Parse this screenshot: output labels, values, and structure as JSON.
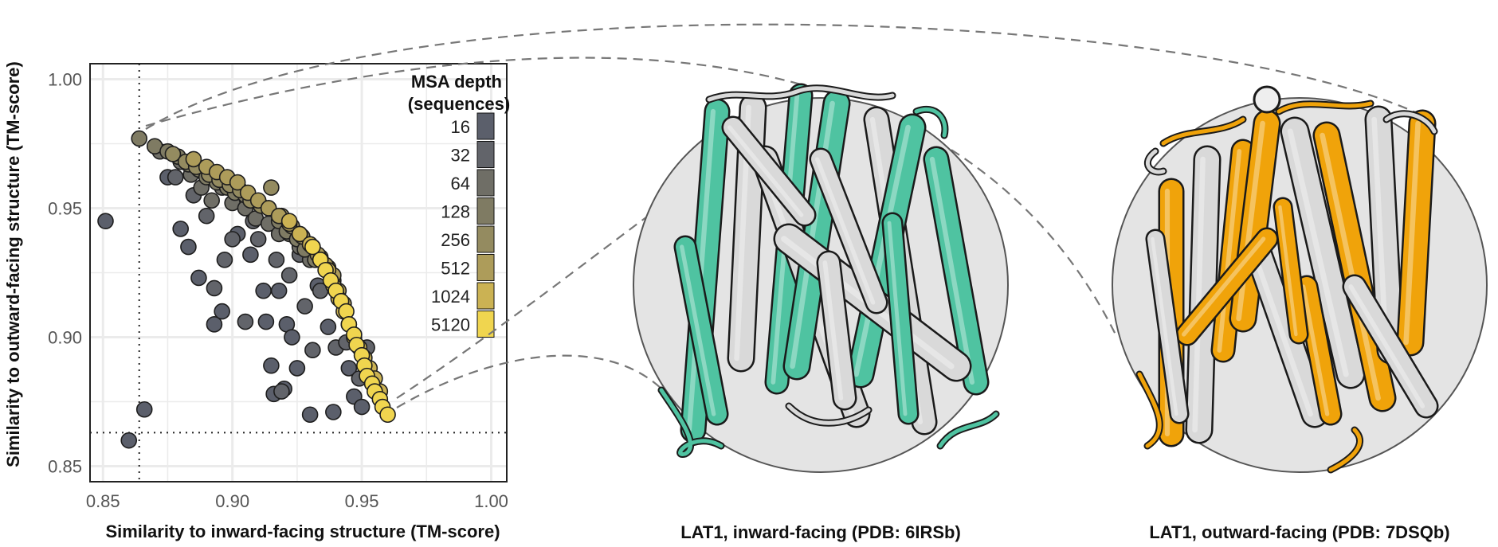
{
  "chart_data": {
    "type": "scatter",
    "xlabel": "Similarity to inward-facing structure (TM-score)",
    "ylabel": "Similarity to outward-facing structure (TM-score)",
    "xlim": [
      0.845,
      1.006
    ],
    "ylim": [
      0.844,
      1.006
    ],
    "xticks": [
      "0.85",
      "0.90",
      "0.95",
      "1.00"
    ],
    "yticks": [
      "0.85",
      "0.90",
      "0.95",
      "1.00"
    ],
    "grid": true,
    "reference_lines": {
      "x": 0.864,
      "y": 0.863,
      "style": "dotted"
    },
    "legend": {
      "title": "MSA depth\n(sequences)",
      "placement": "top-right",
      "entries": [
        {
          "label": "16",
          "color": "#5b5f6b"
        },
        {
          "label": "32",
          "color": "#62646a"
        },
        {
          "label": "64",
          "color": "#6f6e66"
        },
        {
          "label": "128",
          "color": "#7f7b63"
        },
        {
          "label": "256",
          "color": "#948b60"
        },
        {
          "label": "512",
          "color": "#ad9c5a"
        },
        {
          "label": "1024",
          "color": "#cbb253"
        },
        {
          "label": "5120",
          "color": "#f0d54f"
        }
      ]
    },
    "series": [
      {
        "depth": "16",
        "points": [
          [
            0.851,
            0.945
          ],
          [
            0.86,
            0.86
          ],
          [
            0.866,
            0.872
          ],
          [
            0.875,
            0.962
          ],
          [
            0.88,
            0.942
          ],
          [
            0.883,
            0.935
          ],
          [
            0.887,
            0.923
          ],
          [
            0.893,
            0.905
          ],
          [
            0.896,
            0.91
          ],
          [
            0.902,
            0.94
          ],
          [
            0.907,
            0.932
          ],
          [
            0.912,
            0.918
          ],
          [
            0.913,
            0.906
          ],
          [
            0.915,
            0.889
          ],
          [
            0.916,
            0.878
          ],
          [
            0.918,
            0.918
          ],
          [
            0.92,
            0.88
          ],
          [
            0.921,
            0.905
          ],
          [
            0.923,
            0.9
          ],
          [
            0.925,
            0.888
          ],
          [
            0.93,
            0.87
          ],
          [
            0.933,
            0.92
          ],
          [
            0.937,
            0.904
          ],
          [
            0.939,
            0.871
          ],
          [
            0.945,
            0.888
          ],
          [
            0.947,
            0.877
          ],
          [
            0.95,
            0.873
          ]
        ]
      },
      {
        "depth": "32",
        "points": [
          [
            0.878,
            0.962
          ],
          [
            0.885,
            0.955
          ],
          [
            0.89,
            0.947
          ],
          [
            0.893,
            0.919
          ],
          [
            0.897,
            0.93
          ],
          [
            0.9,
            0.938
          ],
          [
            0.905,
            0.906
          ],
          [
            0.908,
            0.945
          ],
          [
            0.91,
            0.938
          ],
          [
            0.917,
            0.93
          ],
          [
            0.919,
            0.879
          ],
          [
            0.922,
            0.924
          ],
          [
            0.926,
            0.932
          ],
          [
            0.928,
            0.912
          ],
          [
            0.931,
            0.895
          ],
          [
            0.934,
            0.918
          ],
          [
            0.94,
            0.896
          ],
          [
            0.944,
            0.898
          ],
          [
            0.949,
            0.884
          ],
          [
            0.952,
            0.896
          ]
        ]
      },
      {
        "depth": "64",
        "points": [
          [
            0.872,
            0.972
          ],
          [
            0.88,
            0.968
          ],
          [
            0.884,
            0.963
          ],
          [
            0.888,
            0.958
          ],
          [
            0.892,
            0.953
          ],
          [
            0.896,
            0.958
          ],
          [
            0.9,
            0.952
          ],
          [
            0.905,
            0.95
          ],
          [
            0.909,
            0.946
          ],
          [
            0.914,
            0.944
          ],
          [
            0.918,
            0.94
          ],
          [
            0.922,
            0.94
          ],
          [
            0.926,
            0.935
          ],
          [
            0.93,
            0.93
          ]
        ]
      },
      {
        "depth": "128",
        "points": [
          [
            0.864,
            0.977
          ],
          [
            0.87,
            0.974
          ],
          [
            0.875,
            0.972
          ],
          [
            0.879,
            0.97
          ],
          [
            0.883,
            0.967
          ],
          [
            0.887,
            0.965
          ],
          [
            0.89,
            0.962
          ],
          [
            0.894,
            0.96
          ],
          [
            0.898,
            0.958
          ],
          [
            0.901,
            0.956
          ],
          [
            0.905,
            0.955
          ],
          [
            0.91,
            0.952
          ],
          [
            0.914,
            0.95
          ],
          [
            0.918,
            0.945
          ],
          [
            0.921,
            0.941
          ],
          [
            0.925,
            0.938
          ],
          [
            0.928,
            0.934
          ],
          [
            0.932,
            0.93
          ]
        ]
      },
      {
        "depth": "256",
        "points": [
          [
            0.877,
            0.971
          ],
          [
            0.882,
            0.968
          ],
          [
            0.886,
            0.966
          ],
          [
            0.891,
            0.963
          ],
          [
            0.895,
            0.961
          ],
          [
            0.899,
            0.959
          ],
          [
            0.903,
            0.957
          ],
          [
            0.907,
            0.953
          ],
          [
            0.911,
            0.951
          ],
          [
            0.915,
            0.958
          ],
          [
            0.919,
            0.947
          ],
          [
            0.923,
            0.943
          ],
          [
            0.927,
            0.939
          ],
          [
            0.931,
            0.935
          ],
          [
            0.934,
            0.931
          ],
          [
            0.937,
            0.927
          ],
          [
            0.939,
            0.922
          ]
        ]
      },
      {
        "depth": "512",
        "points": [
          [
            0.885,
            0.969
          ],
          [
            0.89,
            0.966
          ],
          [
            0.894,
            0.964
          ],
          [
            0.898,
            0.962
          ],
          [
            0.902,
            0.96
          ],
          [
            0.906,
            0.956
          ],
          [
            0.91,
            0.953
          ],
          [
            0.914,
            0.95
          ],
          [
            0.918,
            0.947
          ],
          [
            0.922,
            0.944
          ],
          [
            0.926,
            0.94
          ],
          [
            0.93,
            0.936
          ],
          [
            0.933,
            0.932
          ],
          [
            0.936,
            0.928
          ],
          [
            0.939,
            0.924
          ],
          [
            0.941,
            0.918
          ],
          [
            0.943,
            0.913
          ]
        ]
      },
      {
        "depth": "1024",
        "points": [
          [
            0.922,
            0.945
          ],
          [
            0.926,
            0.94
          ],
          [
            0.93,
            0.936
          ],
          [
            0.934,
            0.93
          ],
          [
            0.937,
            0.926
          ],
          [
            0.939,
            0.92
          ],
          [
            0.941,
            0.915
          ],
          [
            0.943,
            0.91
          ],
          [
            0.945,
            0.905
          ],
          [
            0.947,
            0.9
          ],
          [
            0.949,
            0.896
          ],
          [
            0.951,
            0.892
          ],
          [
            0.953,
            0.888
          ],
          [
            0.955,
            0.884
          ],
          [
            0.957,
            0.879
          ]
        ]
      },
      {
        "depth": "5120",
        "points": [
          [
            0.931,
            0.935
          ],
          [
            0.934,
            0.93
          ],
          [
            0.936,
            0.926
          ],
          [
            0.938,
            0.922
          ],
          [
            0.94,
            0.918
          ],
          [
            0.942,
            0.914
          ],
          [
            0.944,
            0.91
          ],
          [
            0.945,
            0.905
          ],
          [
            0.947,
            0.901
          ],
          [
            0.948,
            0.897
          ],
          [
            0.95,
            0.893
          ],
          [
            0.951,
            0.889
          ],
          [
            0.952,
            0.885
          ],
          [
            0.954,
            0.882
          ],
          [
            0.955,
            0.879
          ],
          [
            0.957,
            0.876
          ],
          [
            0.958,
            0.873
          ],
          [
            0.96,
            0.87
          ]
        ]
      }
    ]
  },
  "panels": {
    "inward_caption": "LAT1, inward-facing (PDB: 6IRSb)",
    "outward_caption": "LAT1, outward-facing (PDB: 7DSQb)",
    "inward_accent": "#4fc3a1",
    "outward_accent": "#f0a30a",
    "reference_color": "#d9d9d9"
  }
}
